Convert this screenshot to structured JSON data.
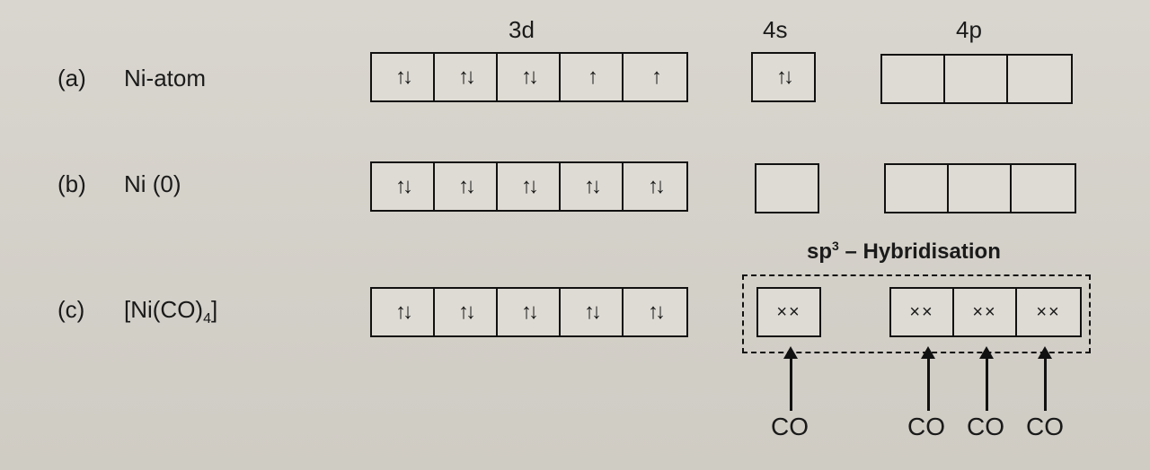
{
  "headers": {
    "d": "3d",
    "s": "4s",
    "p": "4p"
  },
  "rows": [
    {
      "paren": "(a)",
      "name": "Ni-atom",
      "sub": "",
      "d": [
        "↑↓",
        "↑↓",
        "↑↓",
        "↑",
        "↑"
      ],
      "s": "↑↓",
      "p": [
        "",
        "",
        ""
      ]
    },
    {
      "paren": "(b)",
      "name": "Ni (0)",
      "sub": "",
      "d": [
        "↑↓",
        "↑↓",
        "↑↓",
        "↑↓",
        "↑↓"
      ],
      "s": "",
      "p": [
        "",
        "",
        ""
      ]
    },
    {
      "paren": "(c)",
      "name": "[Ni(CO)",
      "sub": "4",
      "close": "]",
      "d": [
        "↑↓",
        "↑↓",
        "↑↓",
        "↑↓",
        "↑↓"
      ],
      "s": "××",
      "p": [
        "××",
        "××",
        "××"
      ]
    }
  ],
  "hybridisation": {
    "prefix": "sp",
    "sup": "3",
    "suffix": " – Hybridisation"
  },
  "ligands": [
    "CO",
    "CO",
    "CO",
    "CO"
  ]
}
